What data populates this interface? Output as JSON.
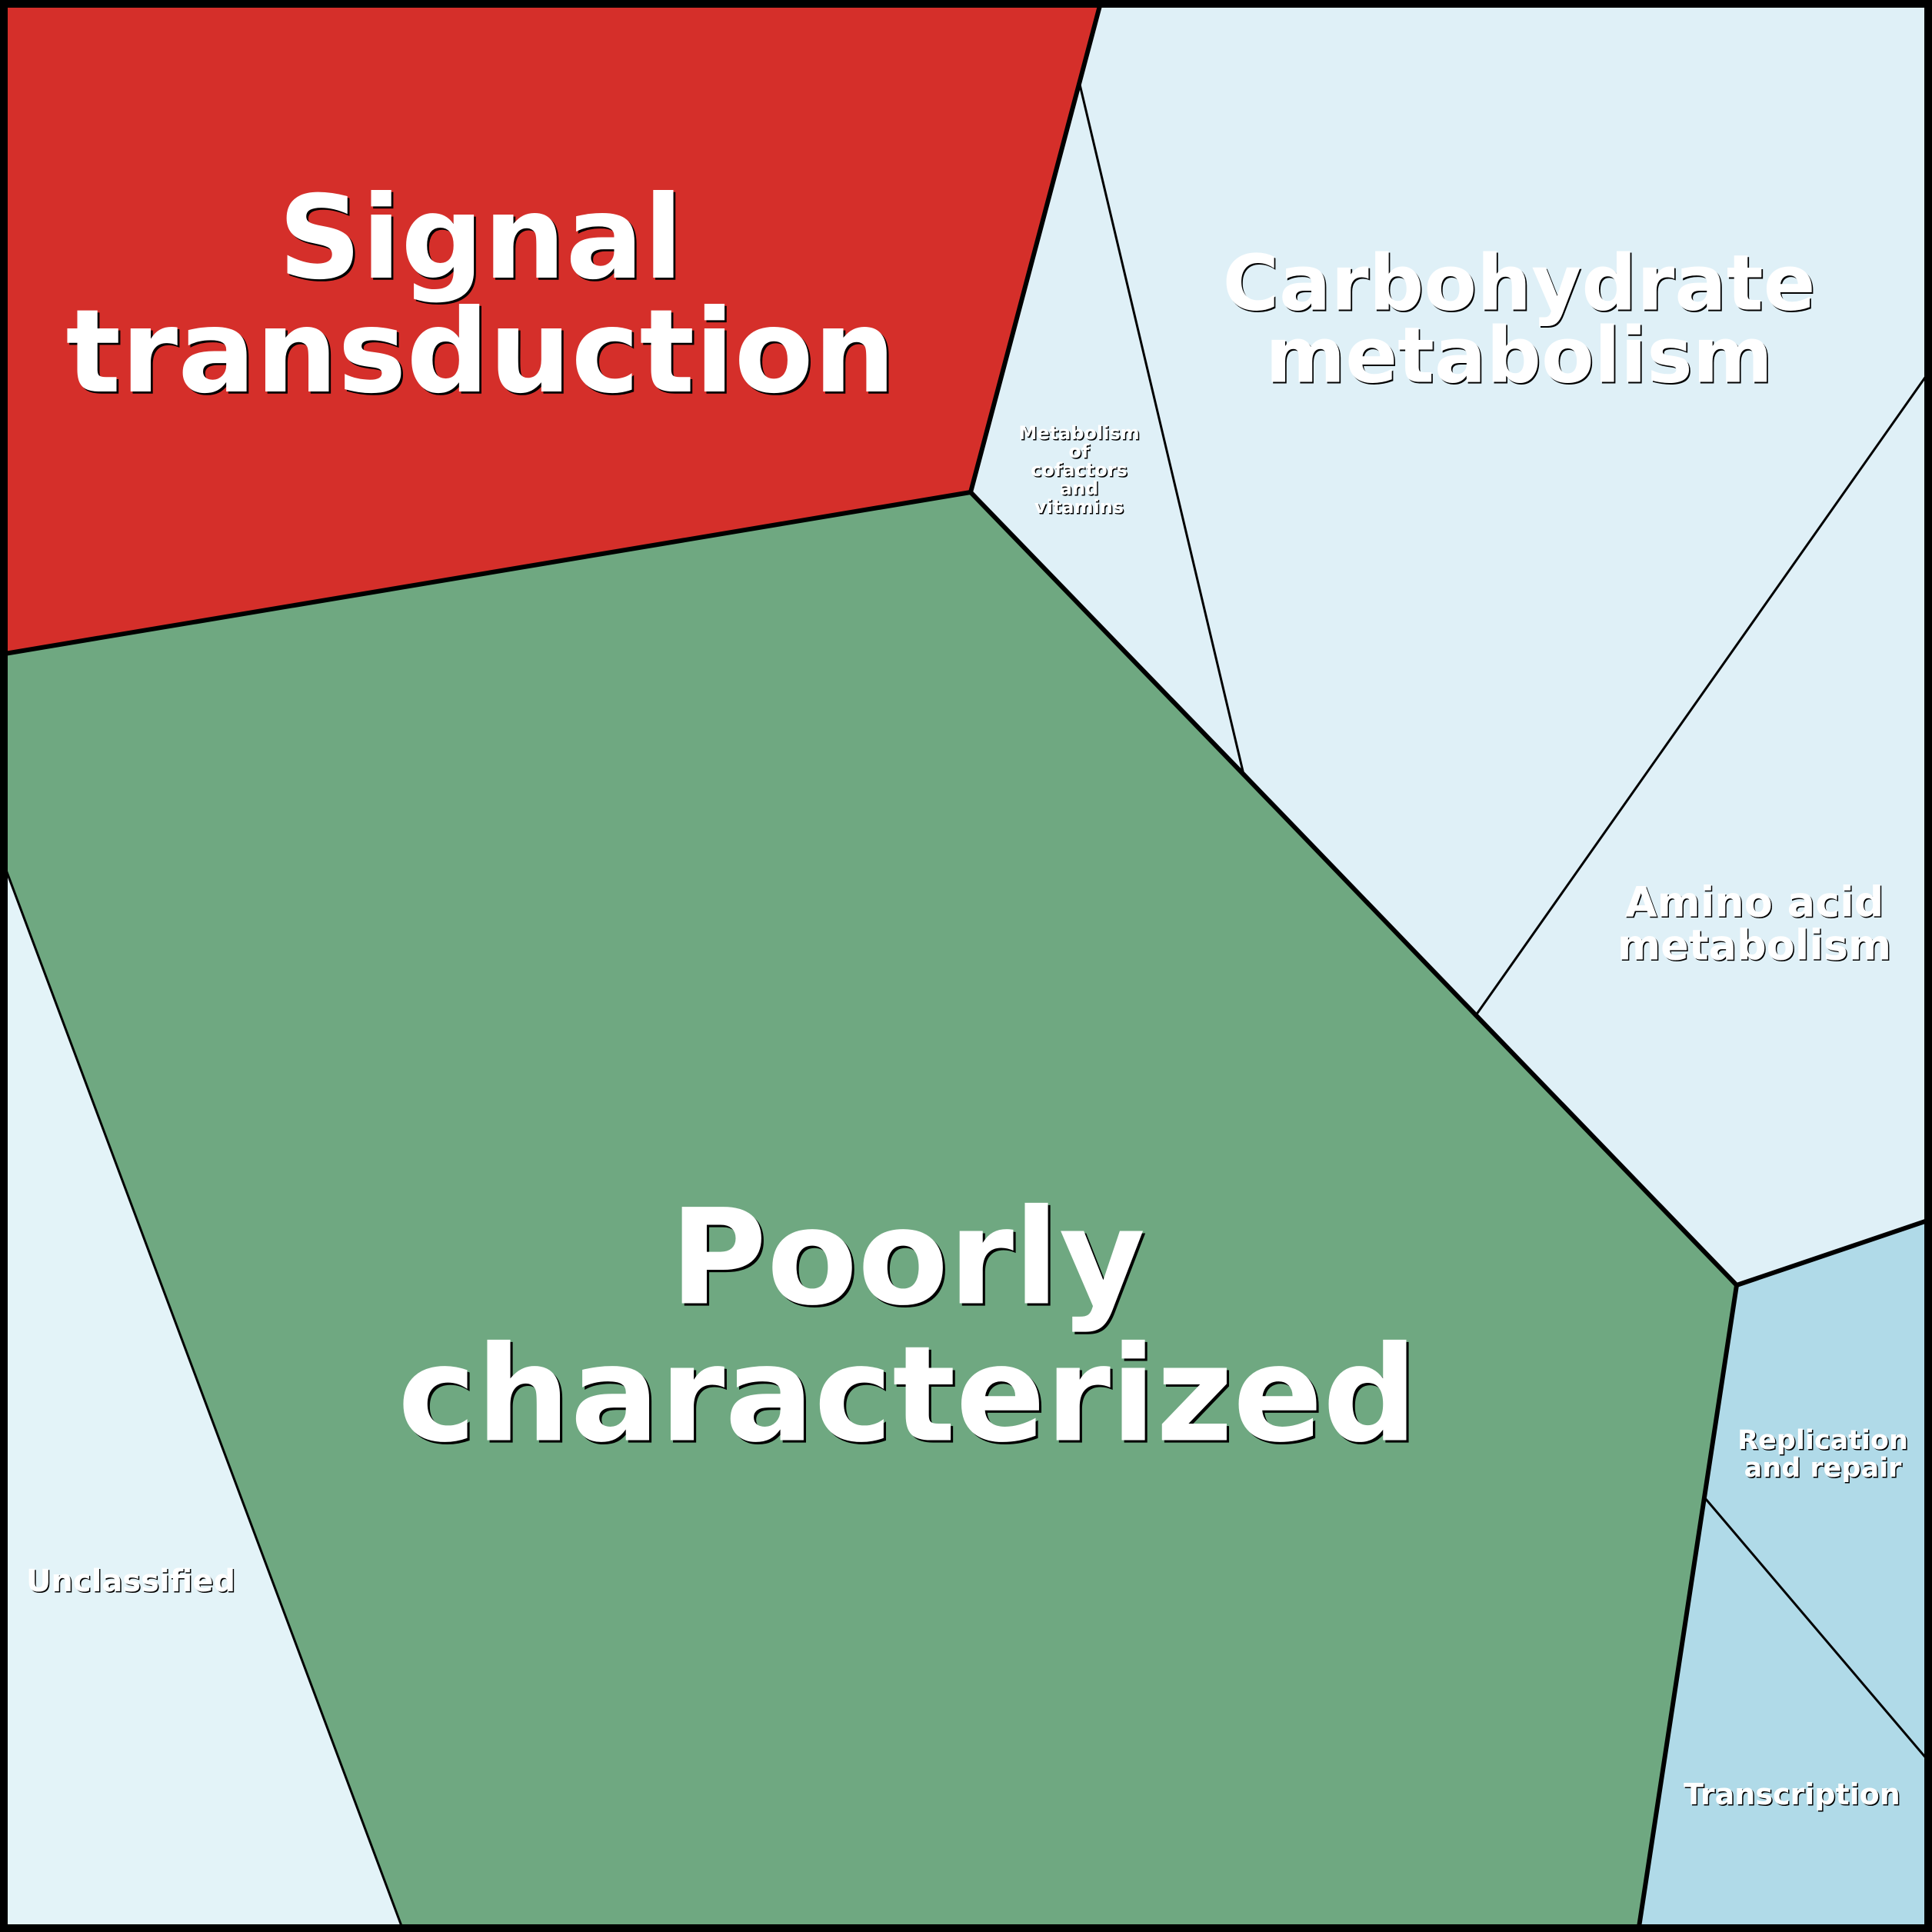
{
  "diagram": {
    "type": "voronoi-treemap",
    "colors": {
      "highlight_red": "#d52f2a",
      "highlight_green": "#6fa881",
      "light_blue": "#dff0f7",
      "lighter_blue": "#e3f3f8",
      "medium_blue": "#b0dae8",
      "border": "#000000",
      "label": "#ffffff"
    },
    "cells": [
      {
        "id": "signal-transduction",
        "lines": [
          "Signal",
          "transduction"
        ],
        "color_key": "highlight_red",
        "highlighted": true
      },
      {
        "id": "poorly-characterized",
        "lines": [
          "Poorly",
          "characterized"
        ],
        "color_key": "highlight_green",
        "highlighted": true
      },
      {
        "id": "carbohydrate-metabolism",
        "lines": [
          "Carbohydrate",
          "metabolism"
        ],
        "color_key": "light_blue",
        "highlighted": false
      },
      {
        "id": "metabolism-of-cofactors-and-vitamins",
        "lines": [
          "Metabolism",
          "of",
          "cofactors",
          "and",
          "vitamins"
        ],
        "color_key": "light_blue",
        "highlighted": false
      },
      {
        "id": "amino-acid-metabolism",
        "lines": [
          "Amino acid",
          "metabolism"
        ],
        "color_key": "light_blue",
        "highlighted": false
      },
      {
        "id": "unclassified",
        "lines": [
          "Unclassified"
        ],
        "color_key": "lighter_blue",
        "highlighted": false
      },
      {
        "id": "replication-and-repair",
        "lines": [
          "Replication",
          "and repair"
        ],
        "color_key": "medium_blue",
        "highlighted": false
      },
      {
        "id": "transcription",
        "lines": [
          "Transcription"
        ],
        "color_key": "medium_blue",
        "highlighted": false
      }
    ]
  }
}
